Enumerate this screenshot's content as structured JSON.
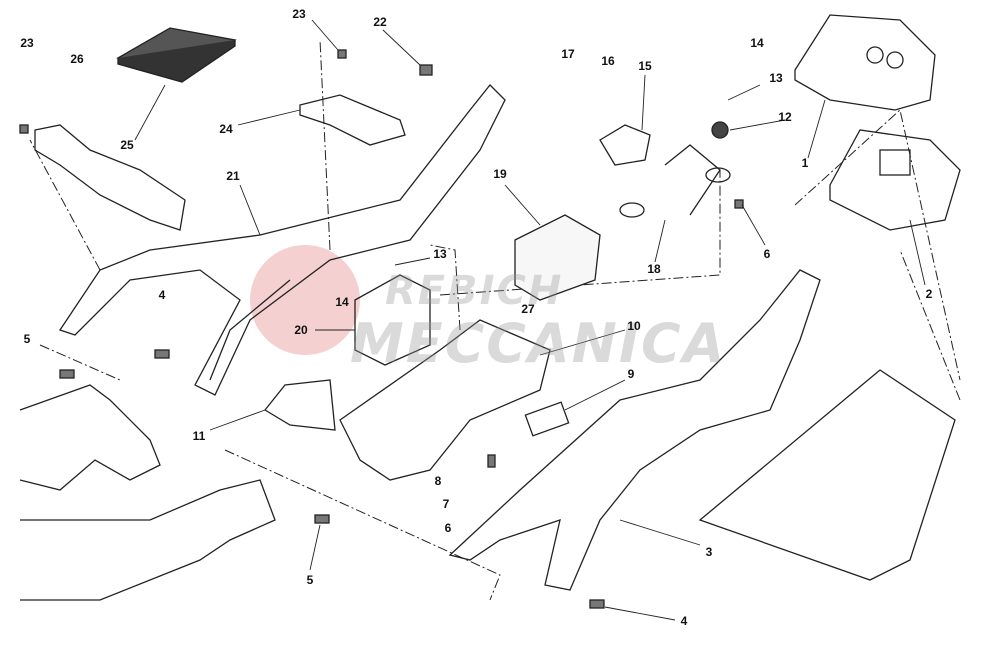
{
  "diagram": {
    "title": "Rear frame / electronics exploded parts view",
    "watermark": {
      "line1": "REBICH",
      "line2": "MECCANICA",
      "color": "#e8a0a0"
    },
    "callouts": [
      "23",
      "26",
      "25",
      "23",
      "22",
      "24",
      "21",
      "17",
      "16",
      "15",
      "14",
      "13",
      "12",
      "1",
      "19",
      "13",
      "14",
      "27",
      "20",
      "10",
      "4",
      "5",
      "9",
      "11",
      "8",
      "7",
      "6",
      "18",
      "6",
      "2",
      "3",
      "5",
      "4"
    ]
  }
}
